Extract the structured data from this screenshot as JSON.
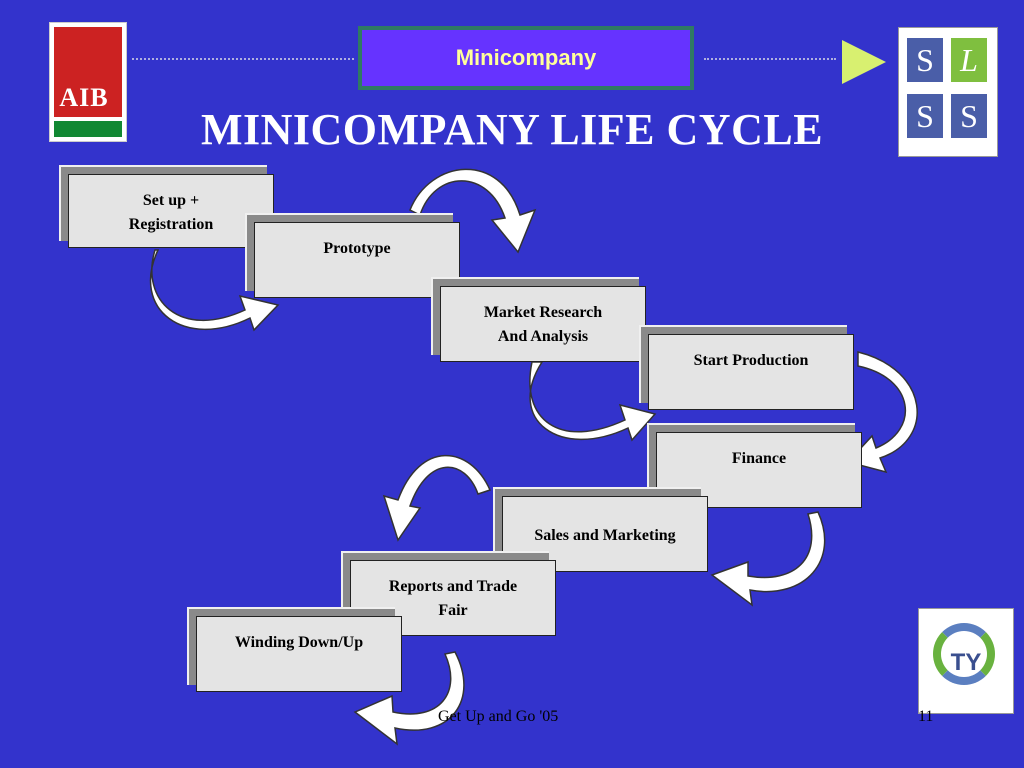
{
  "header": {
    "title": "Minicompany"
  },
  "slide_title": "MINICOMPANY LIFE CYCLE",
  "logos": {
    "aib": "AIB",
    "slss": [
      "S",
      "L",
      "S",
      "S"
    ],
    "ty": "TY"
  },
  "steps": [
    {
      "label_1": "Set up +",
      "label_2": "Registration"
    },
    {
      "label_1": "Prototype",
      "label_2": ""
    },
    {
      "label_1": "Market Research",
      "label_2": "And Analysis"
    },
    {
      "label_1": "Start Production",
      "label_2": ""
    },
    {
      "label_1": "Finance",
      "label_2": ""
    },
    {
      "label_1": "Sales and Marketing",
      "label_2": ""
    },
    {
      "label_1": "Reports and Trade",
      "label_2": "Fair"
    },
    {
      "label_1": "Winding Down/Up",
      "label_2": ""
    }
  ],
  "footer": {
    "text": "Get Up and Go '05",
    "page": "11"
  },
  "colors": {
    "background": "#3333cc",
    "header_box": "#6633ff",
    "header_text": "#ffff99",
    "arrow": "#d8f070"
  }
}
